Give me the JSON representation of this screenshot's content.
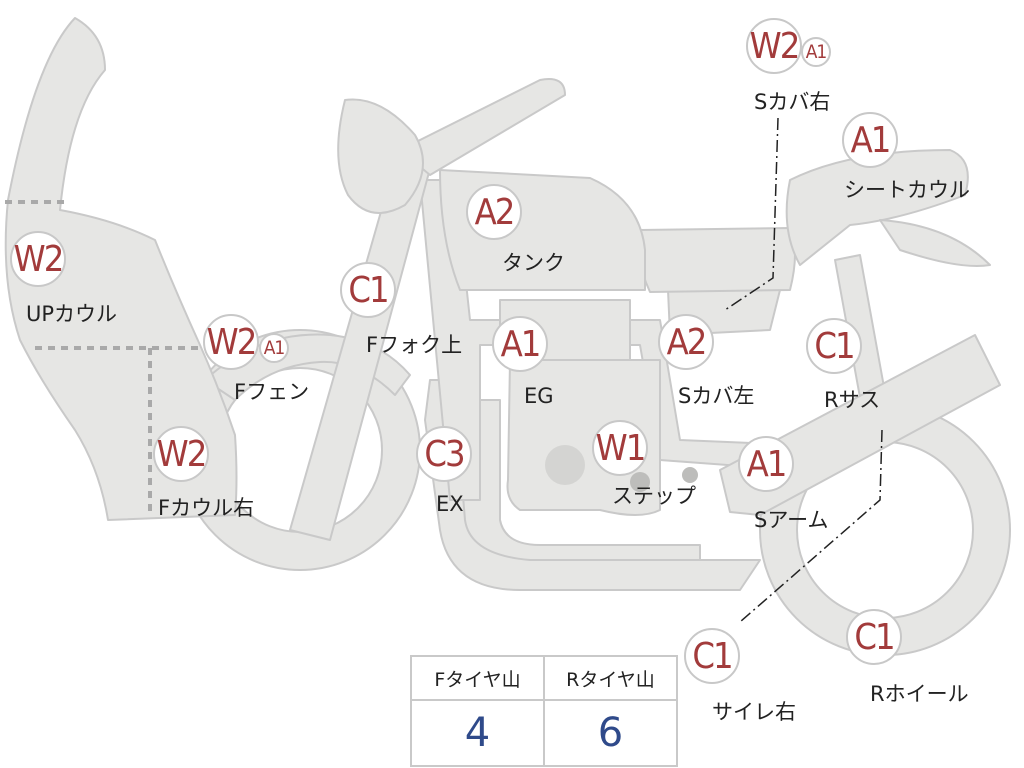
{
  "colors": {
    "part_fill": "#e6e6e4",
    "part_stroke": "#c9c9c9",
    "grade_text": "#a23b3b",
    "value_text": "#2f4a8a"
  },
  "parts": [
    {
      "id": "up-cowl",
      "grade": "W2",
      "label": "UPカウル"
    },
    {
      "id": "f-fender",
      "grade": "W2",
      "sub_grade": "A1",
      "label": "Fフェン"
    },
    {
      "id": "f-cowl-right",
      "grade": "W2",
      "label": "Fカウル右"
    },
    {
      "id": "f-fork-upper",
      "grade": "C1",
      "label": "Fフォク上"
    },
    {
      "id": "tank",
      "grade": "A2",
      "label": "タンク"
    },
    {
      "id": "eg",
      "grade": "A1",
      "label": "EG"
    },
    {
      "id": "ex",
      "grade": "C3",
      "label": "EX"
    },
    {
      "id": "step",
      "grade": "W1",
      "label": "ステップ"
    },
    {
      "id": "s-cover-left",
      "grade": "A2",
      "label": "Sカバ左"
    },
    {
      "id": "s-cover-right",
      "grade": "W2",
      "sub_grade": "A1",
      "label": "Sカバ右"
    },
    {
      "id": "seat-cowl",
      "grade": "A1",
      "label": "シートカウル"
    },
    {
      "id": "r-sus",
      "grade": "C1",
      "label": "Rサス"
    },
    {
      "id": "s-arm",
      "grade": "A1",
      "label": "Sアーム"
    },
    {
      "id": "silencer-right",
      "grade": "C1",
      "label": "サイレ右"
    },
    {
      "id": "r-wheel",
      "grade": "C1",
      "label": "Rホイール"
    }
  ],
  "tires": {
    "front_header": "Fタイヤ山",
    "rear_header": "Rタイヤ山",
    "front_value": "4",
    "rear_value": "6"
  }
}
